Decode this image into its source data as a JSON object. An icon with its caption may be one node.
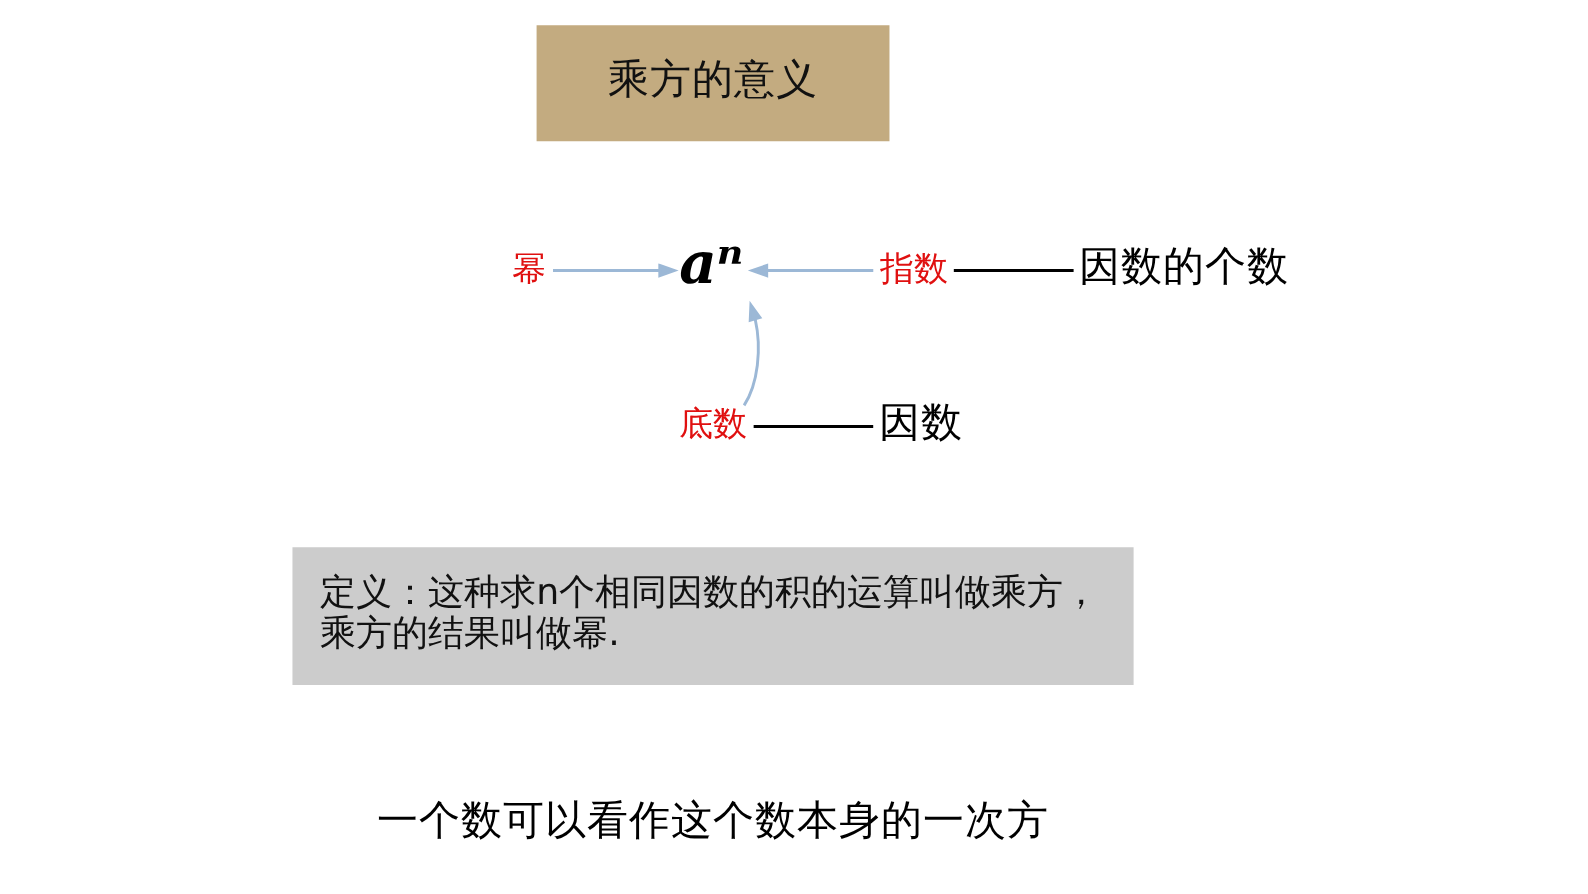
{
  "diagram": {
    "nodes": [
      {
        "text": [
          "乘方的意义"
        ]
      },
      {
        "text": [
          "幂"
        ]
      },
      {
        "text": [
          "aⁿ"
        ]
      },
      {
        "text": [
          "指数"
        ]
      },
      {
        "text": [
          "因数的个数"
        ]
      },
      {
        "text": [
          "底数"
        ]
      },
      {
        "text": [
          "因数"
        ]
      },
      {
        "text": [
          "定义：这种求n个相同因数的积的运算叫做乘方，乘方的结果叫做幂."
        ]
      }
    ],
    "edges": [
      {
        "from": 1,
        "to": 2,
        "arrow": "to"
      },
      {
        "from": 3,
        "to": 2,
        "arrow": "to"
      },
      {
        "from": 3,
        "to": 4,
        "arrow": "none",
        "color": "#000000"
      },
      {
        "from": 5,
        "to": 2,
        "arrow": "to"
      },
      {
        "from": 5,
        "to": 6,
        "arrow": "none",
        "color": "#000000"
      }
    ],
    "labels": [
      "一个数可以看作这个数本身的一次方"
    ]
  }
}
